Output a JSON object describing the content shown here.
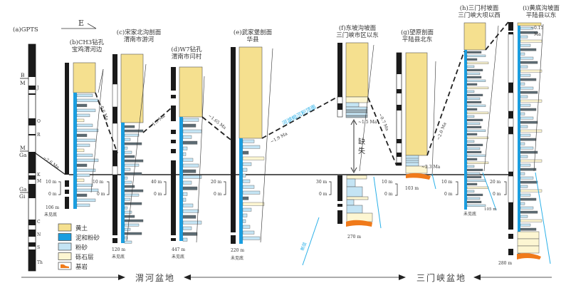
{
  "figure": {
    "gpts_label": "(a)GPTS",
    "direction_label": "E",
    "polarity_labels": [
      "B",
      "M",
      "M",
      "Ga",
      "Ga",
      "Gi"
    ],
    "subchron_labels": [
      "J",
      "O",
      "R",
      "K",
      "M",
      "C",
      "N",
      "S",
      "Th"
    ],
    "gpts_age": "~2.6 Ma"
  },
  "sections": [
    {
      "id": "b",
      "title": "(b)CH3钻孔",
      "location": "宝鸡渭河边",
      "scale_top": "10 m",
      "scale_bottom": "0 m",
      "depth": "106 m",
      "depth_note": "未见底",
      "age": "~0.6 Ma"
    },
    {
      "id": "c",
      "title": "(c)宋家北沟剖面",
      "location": "渭南市游河",
      "scale_top": "10 m",
      "scale_bottom": "0 m",
      "depth": "120 m",
      "depth_note": "未见底",
      "age": "~1.5 Ma"
    },
    {
      "id": "d",
      "title": "(d)W7钻孔",
      "location": "渭南市闫村",
      "scale_top": "40 m",
      "scale_bottom": "0 m",
      "depth": "447 m",
      "depth_note": "未见底",
      "age": "~1.65 Ma"
    },
    {
      "id": "e",
      "title": "(e)武家堡剖面",
      "location": "华县",
      "scale_top": "20 m",
      "scale_bottom": "0 m",
      "depth": "220 m",
      "depth_note": "未见底",
      "age": "~1.9 Ma"
    },
    {
      "id": "f",
      "title": "(f)东坡沟坡面",
      "location": "三门峡市区以东",
      "scale_top": "30 m",
      "scale_bottom": "0 m",
      "depth": "270 m",
      "depth_note": "",
      "age": "~1.5 Ma"
    },
    {
      "id": "g",
      "title": "(g)望原剖面",
      "location": "平陆县北东",
      "scale_top": "10 m",
      "scale_bottom": "0 m",
      "depth": "103 m",
      "depth_note": "",
      "age": "~0.7 Ma",
      "age2": "~2.3 Ma"
    },
    {
      "id": "h",
      "title": "(h)三门村坡面",
      "location": "三门峡大坝以西",
      "scale_top": "10 m",
      "scale_bottom": "0 m",
      "depth": "105 m",
      "depth_note": "未见底",
      "age": "~2.0 Ma"
    },
    {
      "id": "i",
      "title": "(i)黄底沟坡面",
      "location": "平陆县以东",
      "scale_top": "20 m",
      "scale_bottom": "0 m",
      "depth": "280 m",
      "depth_note": "",
      "age": "~0.15",
      "age_unit": "Ma"
    }
  ],
  "annotations": {
    "lake_surface": "河湖相沉积顶面",
    "gap": "缺失",
    "fault": "断层"
  },
  "legend": [
    {
      "label": "黄土",
      "color": "#f5e08f"
    },
    {
      "label": "泥和粉砂",
      "color": "#1a9ee0"
    },
    {
      "label": "粉砂",
      "color": "#c4e4f4"
    },
    {
      "label": "砾石层",
      "color": "#fdf6d2"
    },
    {
      "label": "基岩",
      "color": "#f07a1a"
    }
  ],
  "basins": {
    "weihe": "渭河盆地",
    "sanmenxia": "三门峡盆地"
  },
  "colors": {
    "loess": "#f5e08f",
    "mud": "#1a9ee0",
    "silt": "#c4e4f4",
    "gravel": "#fdf6d2",
    "bedrock": "#f07a1a",
    "dark_silt": "#5c6b73",
    "fault_blue": "#2ab0e8",
    "polarity_black": "#1a1a1a"
  }
}
